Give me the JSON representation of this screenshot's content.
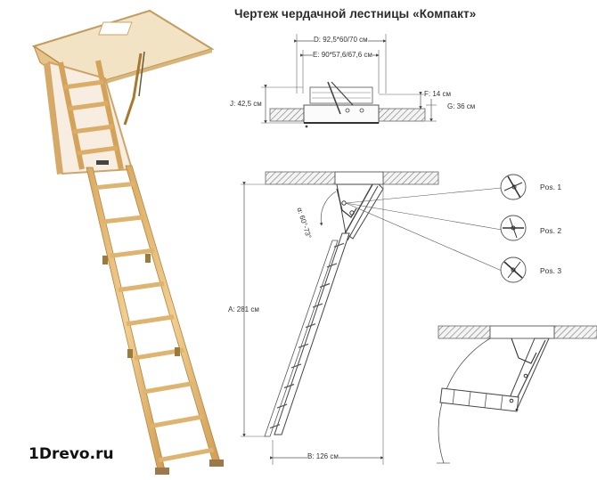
{
  "title": "Чертеж чердачной лестницы «Компакт»",
  "watermark": "1Drevo.ru",
  "dims": {
    "D": "D: 92,5*60/70 см",
    "E": "E: 90*57,6/67,6 см",
    "J": "J: 42,5 см",
    "F": "F: 14 см",
    "G": "G: 36 см",
    "A": "A: 281 см",
    "B": "B: 126 см",
    "angle": "α: 60°-73°"
  },
  "positions": [
    "Pos. 1",
    "Pos. 2",
    "Pos. 3"
  ],
  "colors": {
    "wood": "#e9c98a",
    "wood_dark": "#c99a52",
    "line": "#555555",
    "hatch": "#8a8a8a",
    "panel": "#f4ece0"
  }
}
